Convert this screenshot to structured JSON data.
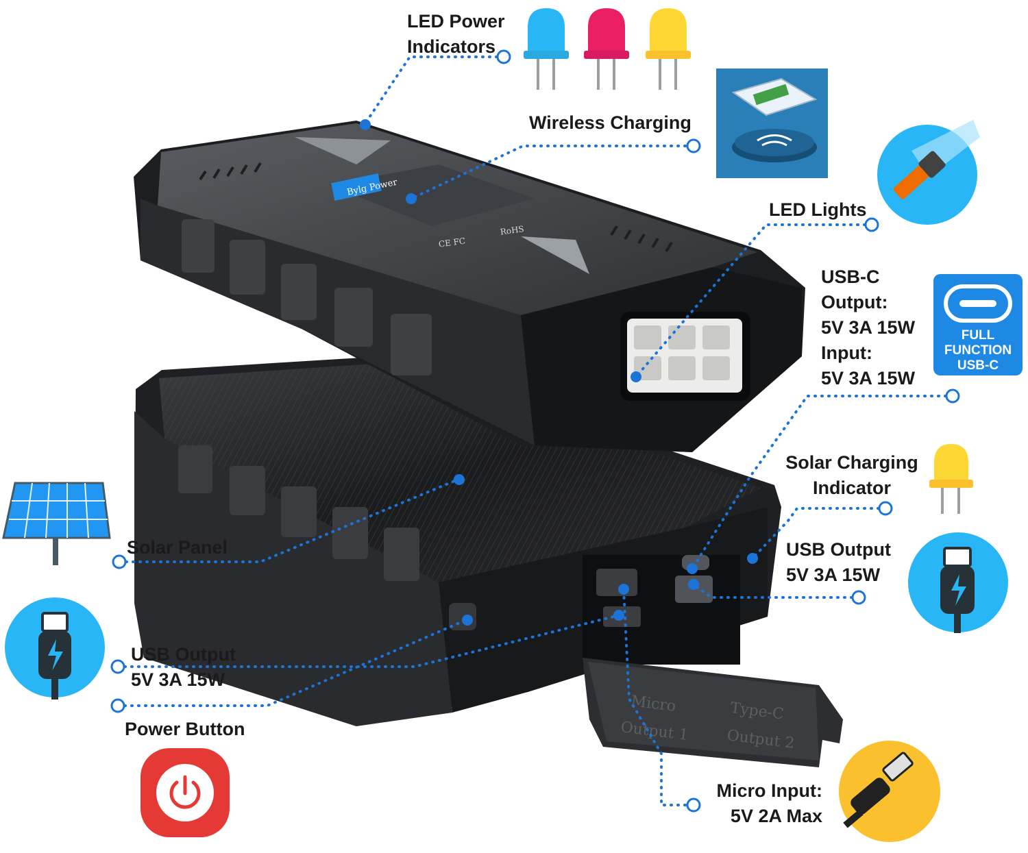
{
  "callouts": {
    "led_power_indicators": [
      "LED Power",
      "Indicators"
    ],
    "wireless_charging": [
      "Wireless Charging"
    ],
    "led_lights": [
      "LED Lights"
    ],
    "usb_c": [
      "USB-C",
      "Output:",
      "5V 3A 15W",
      "Input:",
      "5V 3A 15W"
    ],
    "solar_charging_indicator": [
      "Solar Charging",
      "Indicator"
    ],
    "usb_output_right": [
      "USB Output",
      "5V 3A 15W"
    ],
    "solar_panel": [
      "Solar Panel"
    ],
    "usb_output_left": [
      "USB Output",
      "5V 3A 15W"
    ],
    "power_button": [
      "Power Button"
    ],
    "micro_input": [
      "Micro Input:",
      "5V 2A Max"
    ]
  },
  "usb_c_badge": [
    "FULL",
    "FUNCTION",
    "USB-C"
  ],
  "device_print": {
    "brand": "Bylg Power",
    "cover_micro": [
      "Micro",
      "Output 1"
    ],
    "cover_typec": [
      "Type-C",
      "Output 2"
    ],
    "marks": [
      "CE FC",
      "RoHS"
    ]
  },
  "colors": {
    "dot_line": "#1c74d9",
    "led_blue": "#29b6f6",
    "led_pink": "#e91e63",
    "led_yellow": "#fdd835",
    "icon_blue": "#29b6f6",
    "icon_yellow": "#fbc02d",
    "power_red": "#e53935",
    "badge_blue": "#1e88e5",
    "device_dark": "#2b2d30"
  }
}
